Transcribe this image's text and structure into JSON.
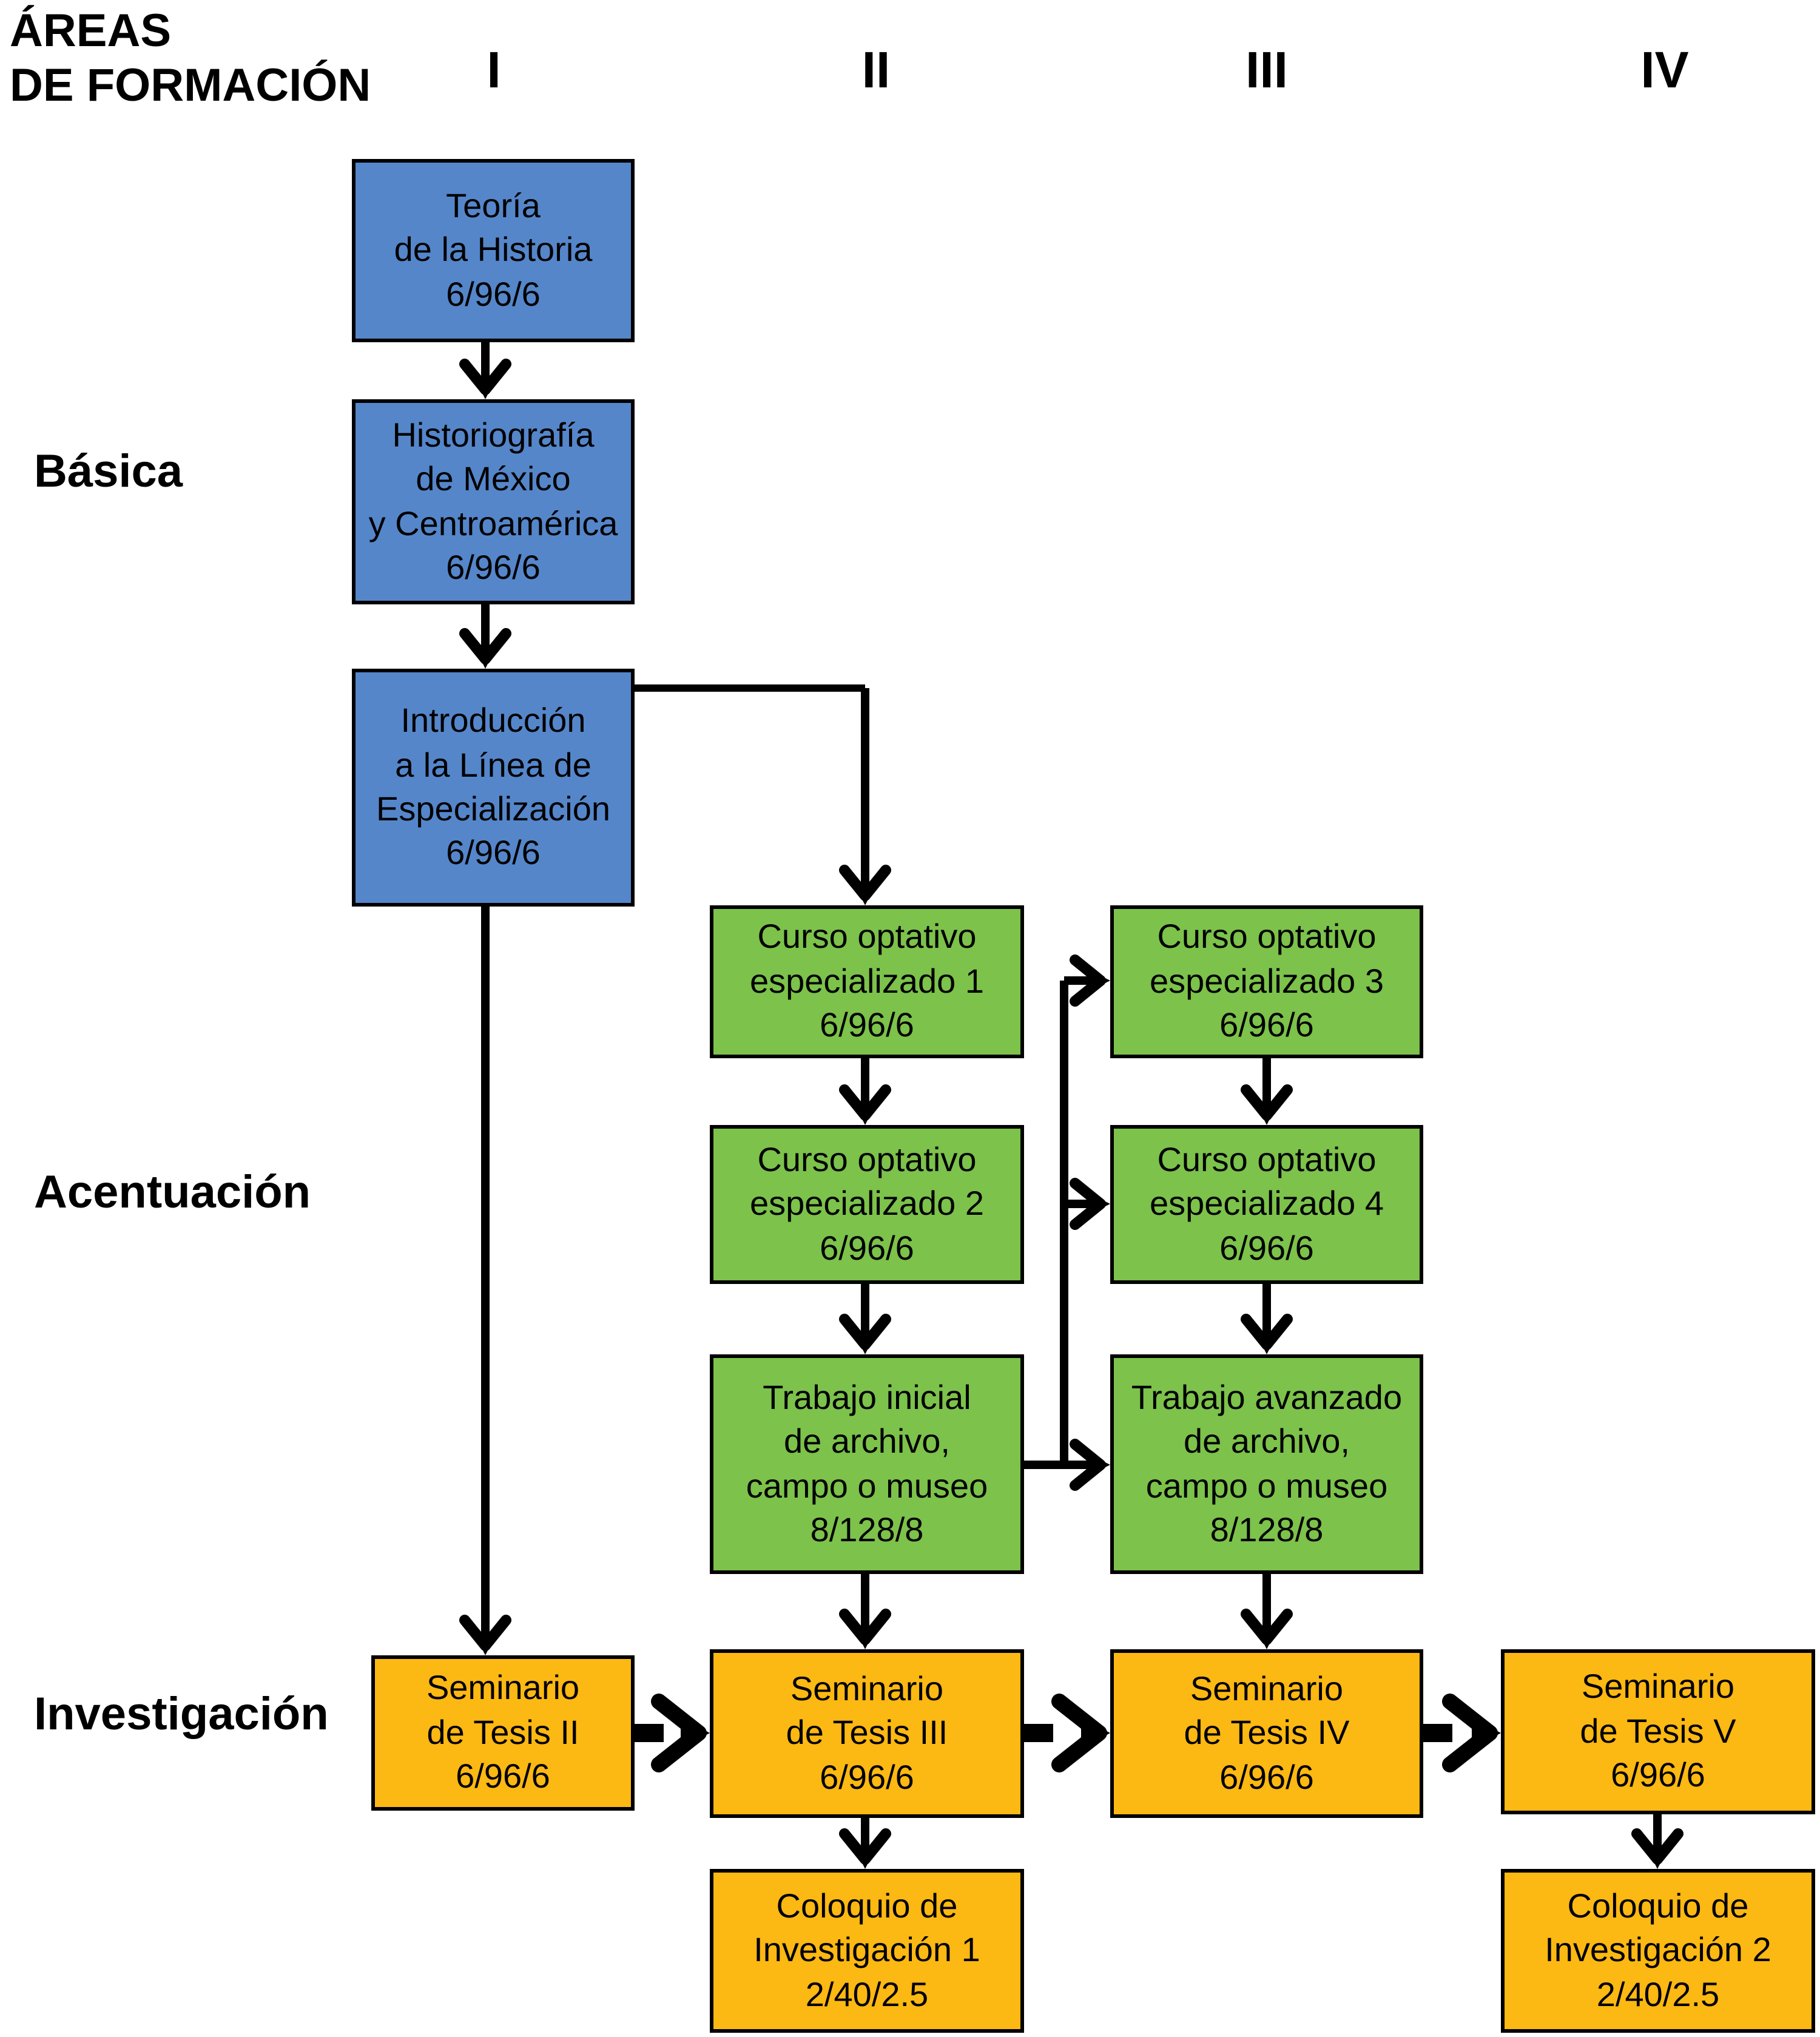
{
  "header": {
    "line1": "ÁREAS",
    "line2": "DE FORMACIÓN"
  },
  "semesters": [
    {
      "numeral": "I"
    },
    {
      "numeral": "II"
    },
    {
      "numeral": "III"
    },
    {
      "numeral": "IV"
    }
  ],
  "areas": [
    {
      "label": "Básica"
    },
    {
      "label": "Acentuación"
    },
    {
      "label": "Investigación"
    }
  ],
  "colors": {
    "basica": "#5586CA",
    "acentuacion": "#7CC24B",
    "investigacion": "#FCB813",
    "connector": "#000000",
    "border": "#000000",
    "background": "#FFFFFF"
  },
  "courses": [
    {
      "label": "Teoría\nde la Historia\n6/96/6",
      "area": "basica"
    },
    {
      "label": "Historiografía\nde México\ny Centroamérica\n6/96/6",
      "area": "basica"
    },
    {
      "label": "Introducción\na la Línea de\nEspecialización\n6/96/6",
      "area": "basica"
    },
    {
      "label": "Curso optativo\nespecializado 1\n6/96/6",
      "area": "acentuacion"
    },
    {
      "label": "Curso optativo\nespecializado 2\n6/96/6",
      "area": "acentuacion"
    },
    {
      "label": "Trabajo inicial\nde archivo,\ncampo o museo\n8/128/8",
      "area": "acentuacion"
    },
    {
      "label": "Curso optativo\nespecializado 3\n6/96/6",
      "area": "acentuacion"
    },
    {
      "label": "Curso optativo\nespecializado 4\n6/96/6",
      "area": "acentuacion"
    },
    {
      "label": "Trabajo avanzado\nde archivo,\ncampo o museo\n8/128/8",
      "area": "acentuacion"
    },
    {
      "label": "Seminario\nde Tesis II\n6/96/6",
      "area": "investigacion"
    },
    {
      "label": "Seminario\nde Tesis III\n6/96/6",
      "area": "investigacion"
    },
    {
      "label": "Seminario\nde Tesis IV\n6/96/6",
      "area": "investigacion"
    },
    {
      "label": "Seminario\nde Tesis V\n6/96/6",
      "area": "investigacion"
    },
    {
      "label": "Coloquio de\nInvestigación 1\n2/40/2.5",
      "area": "investigacion"
    },
    {
      "label": "Coloquio de\nInvestigación 2\n2/40/2.5",
      "area": "investigacion"
    }
  ]
}
